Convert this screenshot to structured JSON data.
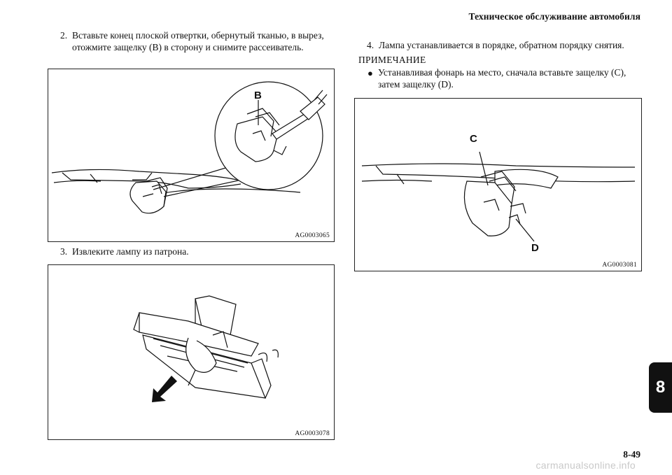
{
  "header": {
    "title": "Техническое обслуживание автомобиля"
  },
  "steps": [
    {
      "num": "2.",
      "text": "Вставьте конец плоской отвертки, обернутый тканью, в вырез, отожмите защелку (B) в сторону и снимите рассеиватель."
    },
    {
      "num": "3.",
      "text": "Извлеките лампу из патрона."
    },
    {
      "num": "4.",
      "text": "Лампа устанавливается в порядке, обратном порядку снятия."
    }
  ],
  "note": {
    "title": "ПРИМЕЧАНИЕ",
    "bullet": "●",
    "text": "Устанавливая фонарь на место, сначала вставьте защелку (C), затем защелку (D)."
  },
  "figures": [
    {
      "code": "AG0003065",
      "labels": [
        "B"
      ]
    },
    {
      "code": "AG0003078"
    },
    {
      "code": "AG0003081",
      "labels": [
        "C",
        "D"
      ]
    }
  ],
  "chapter_tab": "8",
  "page_number": "8-49",
  "watermark": "carmanualsonline.info"
}
